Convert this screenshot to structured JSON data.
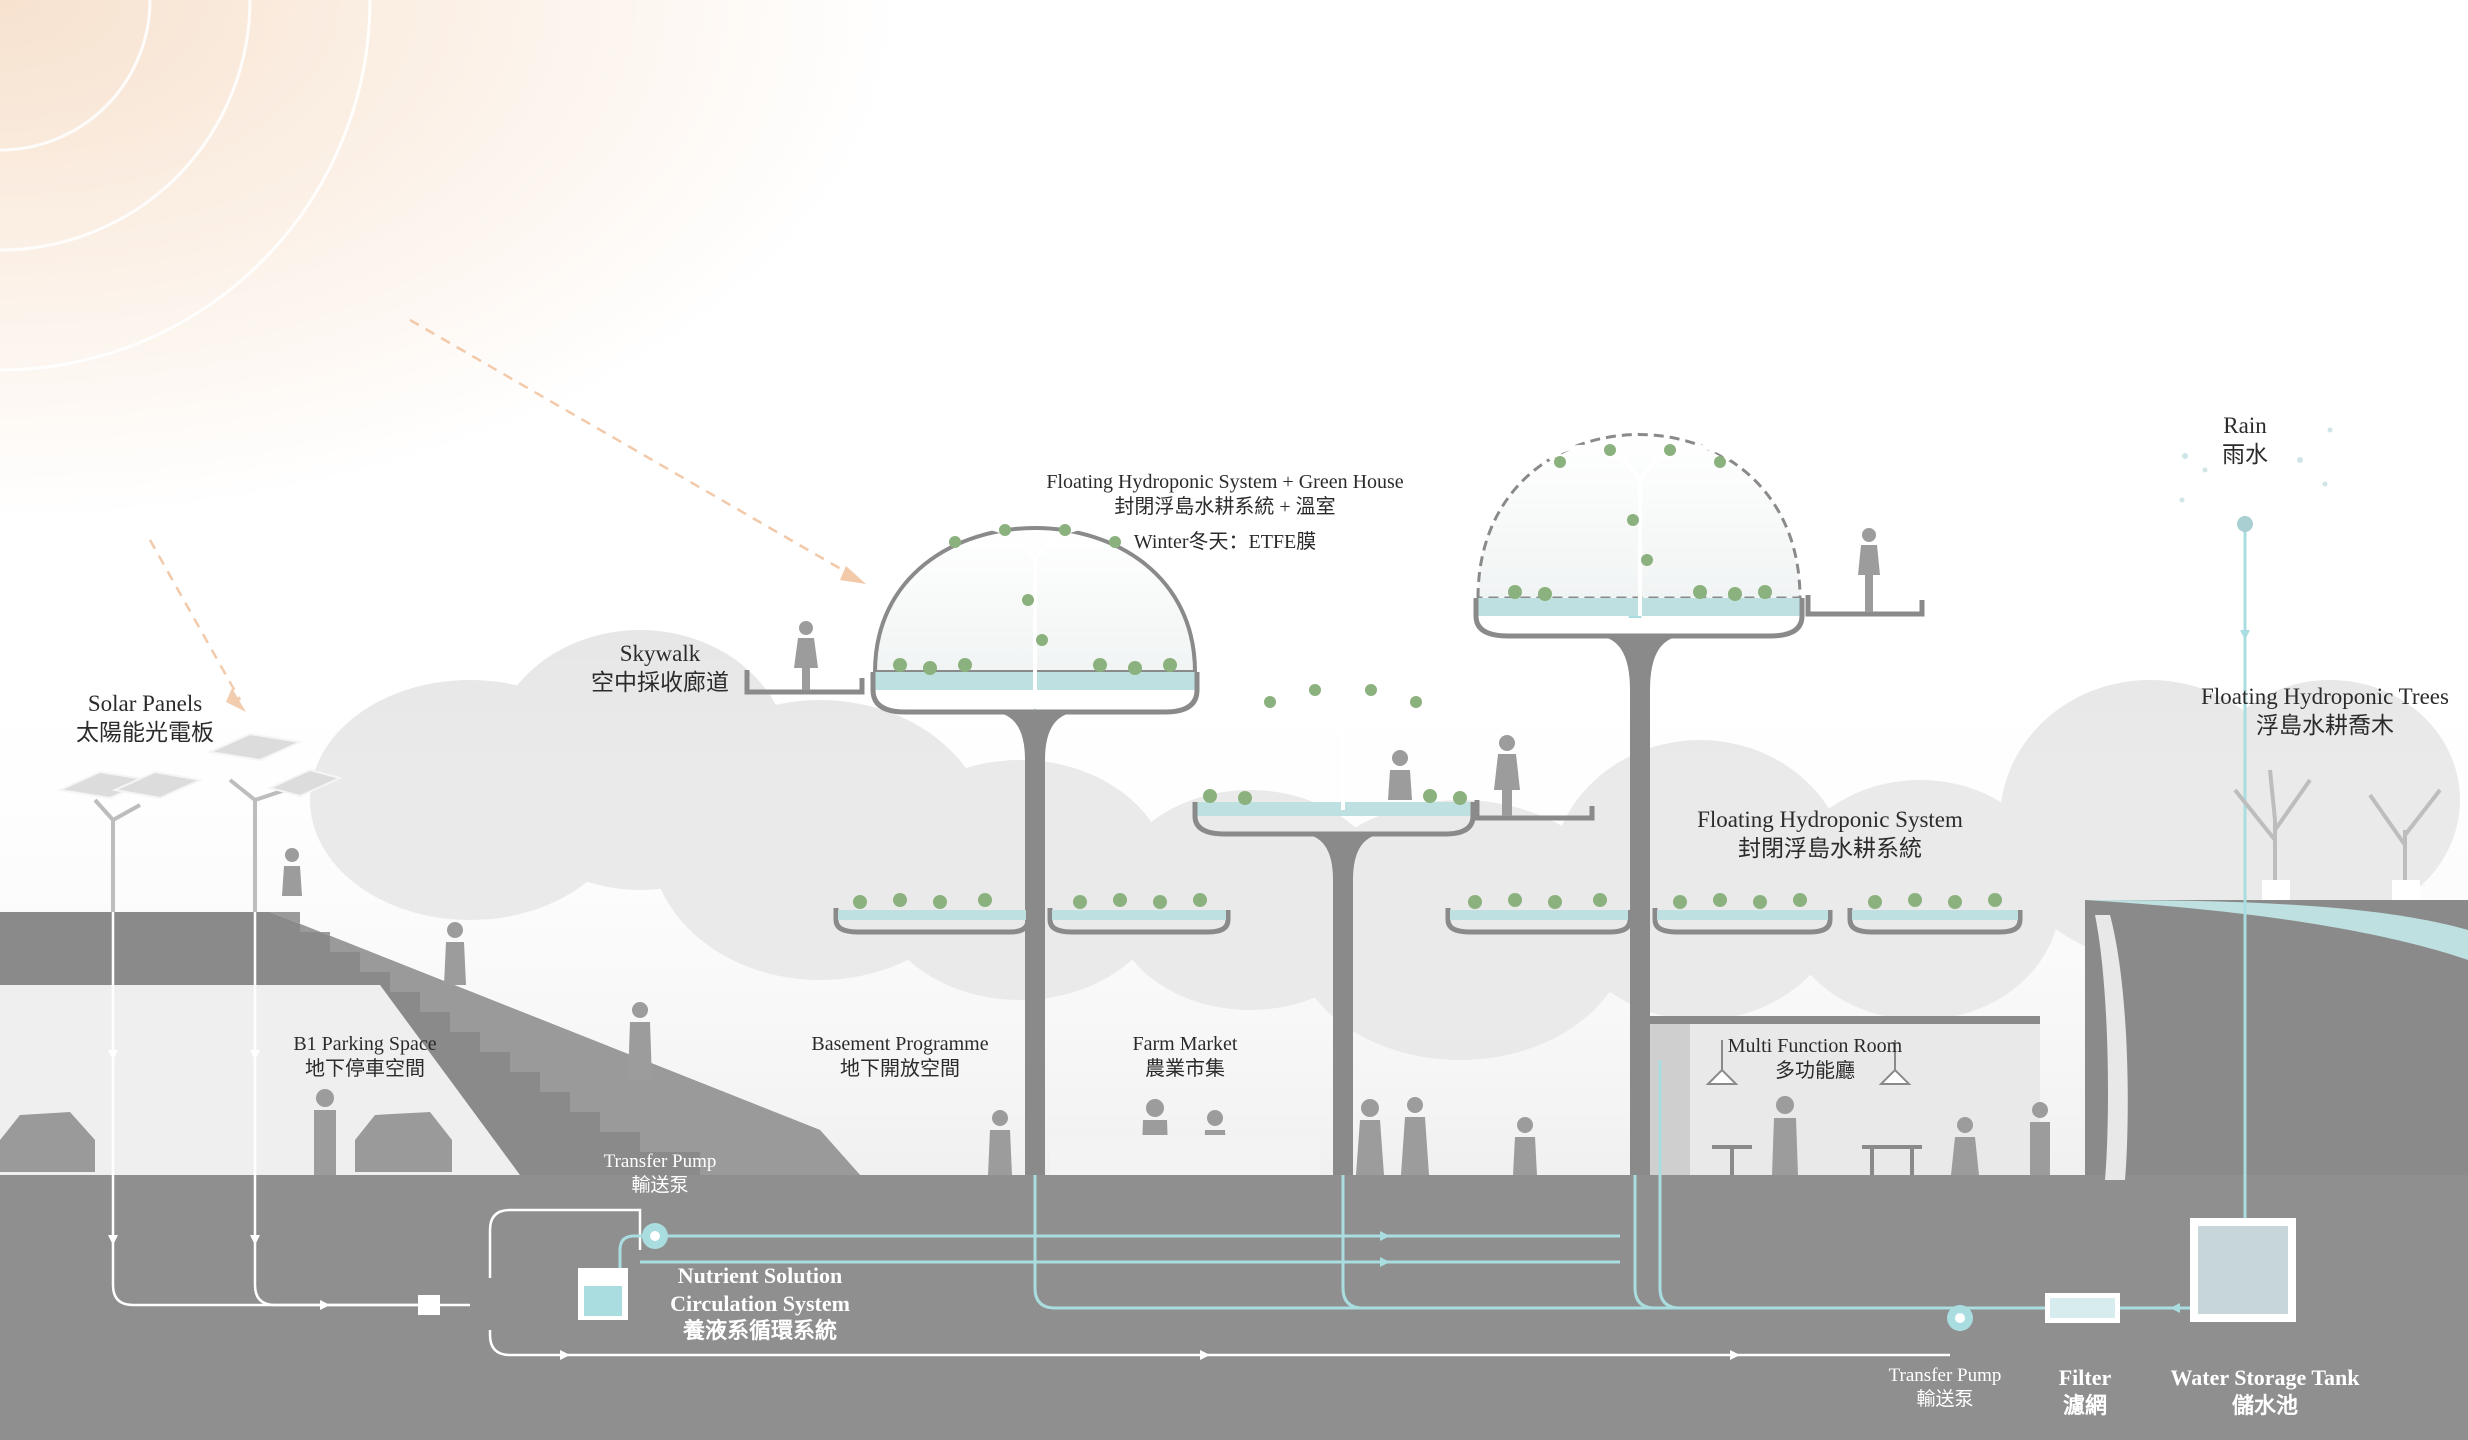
{
  "labels": {
    "solar_panels": {
      "en": "Solar Panels",
      "zh": "太陽能光電板"
    },
    "skywalk": {
      "en": "Skywalk",
      "zh": "空中採收廊道"
    },
    "greenhouse": {
      "en": "Floating Hydroponic System + Green House",
      "zh": "封閉浮島水耕系統 + 溫室",
      "note": "Winter冬天：ETFE膜"
    },
    "rain": {
      "en": "Rain",
      "zh": "雨水"
    },
    "hydro_trees": {
      "en": "Floating Hydroponic Trees",
      "zh": "浮島水耕喬木"
    },
    "hydro_system": {
      "en": "Floating Hydroponic System",
      "zh": "封閉浮島水耕系統"
    },
    "parking": {
      "en": "B1 Parking Space",
      "zh": "地下停車空間"
    },
    "basement": {
      "en": "Basement Programme",
      "zh": "地下開放空間"
    },
    "market": {
      "en": "Farm Market",
      "zh": "農業市集"
    },
    "multi_room": {
      "en": "Multi Function Room",
      "zh": "多功能廳"
    },
    "pump_left": {
      "en": "Transfer Pump",
      "zh": "輸送泵"
    },
    "nutrient": {
      "en": "Nutrient Solution",
      "en2": "Circulation System",
      "zh": "養液系循環系統"
    },
    "pump_right": {
      "en": "Transfer Pump",
      "zh": "輸送泵"
    },
    "filter": {
      "en": "Filter",
      "zh": "濾網"
    },
    "tank": {
      "en": "Water Storage Tank",
      "zh": "儲水池"
    }
  },
  "colors": {
    "ground": "#8f8f8f",
    "structure": "#8a8a8a",
    "water": "#bfe0e0",
    "pipe": "#a9dde0",
    "line": "#ffffff"
  }
}
